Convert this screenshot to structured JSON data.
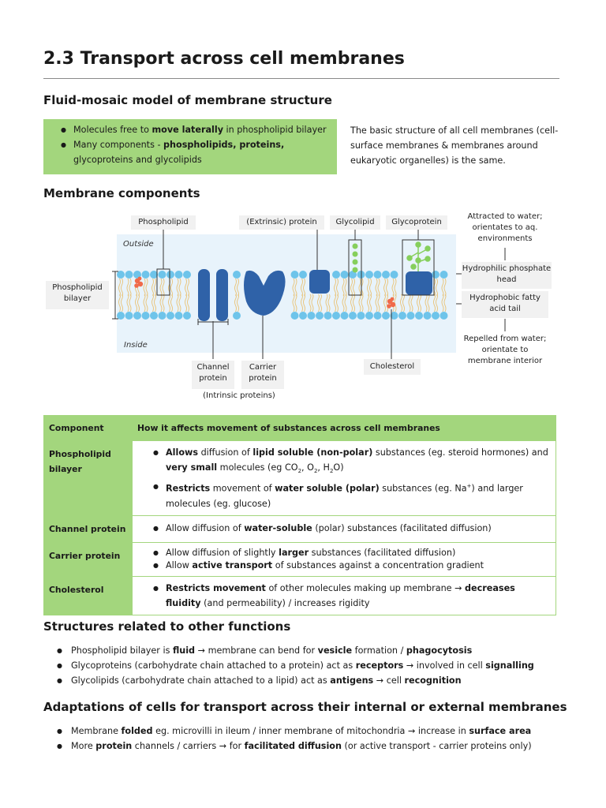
{
  "title": "2.3 Transport across cell membranes",
  "section1": {
    "heading": "Fluid-mosaic model of membrane structure",
    "bullets": [
      [
        "Molecules free to ",
        "move laterally",
        " in phospholipid bilayer"
      ],
      [
        "Many components - ",
        "phospholipids, proteins,",
        " glycoproteins and glycolipids"
      ]
    ],
    "intro": "The basic structure of all cell membranes (cell-surface membranes & membranes around eukaryotic organelles) is the same."
  },
  "section2": {
    "heading": "Membrane components",
    "outside": "Outside",
    "inside": "Inside",
    "labels": {
      "phospholipid": "Phospholipid",
      "extrinsic": "(Extrinsic) protein",
      "glycolipid": "Glycolipid",
      "glycoprotein": "Glycoprotein",
      "bilayer": "Phospholipid bilayer",
      "channel": "Channel protein",
      "carrier": "Carrier protein",
      "intrinsic": "(Intrinsic proteins)",
      "cholesterol": "Cholesterol",
      "attracted": "Attracted to water; orientates to aq. environments",
      "hydrophilic": "Hydrophilic phosphate head",
      "hydrophobic": "Hydrophobic fatty acid tail",
      "repelled": "Repelled from water; orientate to membrane interior"
    }
  },
  "table": {
    "col1": "Component",
    "col2": "How it affects movement of substances across cell membranes",
    "rows": [
      {
        "name": "Phospholipid bilayer",
        "items": [
          [
            "Allows",
            " diffusion of ",
            "lipid soluble (non-polar)",
            " substances (eg. steroid hormones) and ",
            "very small",
            " molecules (eg CO",
            "2",
            ", O",
            "2",
            ", H",
            "2",
            "O)"
          ],
          [
            "Restricts",
            " movement of ",
            "water soluble (polar)",
            " substances (eg. Na",
            "+",
            ") and larger molecules (eg. glucose)"
          ]
        ]
      },
      {
        "name": "Channel protein",
        "items": [
          [
            "Allow diffusion of ",
            "water-soluble",
            " (polar) substances (facilitated diffusion)"
          ]
        ]
      },
      {
        "name": "Carrier protein",
        "items": [
          [
            "Allow diffusion of slightly ",
            "larger",
            " substances (facilitated diffusion)"
          ],
          [
            "Allow ",
            "active transport",
            " of substances against a concentration gradient"
          ]
        ]
      },
      {
        "name": "Cholesterol",
        "items": [
          [
            "Restricts movement",
            " of other molecules making up membrane → ",
            "decreases fluidity",
            " (and permeability) / increases rigidity"
          ]
        ]
      }
    ]
  },
  "section3": {
    "heading": "Structures related to other functions",
    "bullets": [
      [
        "Phospholipid bilayer is ",
        "fluid",
        " → membrane can bend for ",
        "vesicle",
        " formation / ",
        "phagocytosis"
      ],
      [
        "Glycoproteins (carbohydrate chain attached to a protein) act as ",
        "receptors",
        " → involved in cell ",
        "signalling"
      ],
      [
        "Glycolipids (carbohydrate chain attached to a lipid) act as ",
        "antigens",
        " → cell ",
        "recognition"
      ]
    ]
  },
  "section4": {
    "heading": "Adaptations of cells for transport across their internal or external membranes",
    "bullets": [
      [
        "Membrane ",
        "folded",
        " eg. microvilli in ileum / inner membrane of mitochondria → increase in ",
        "surface area"
      ],
      [
        "More ",
        "protein",
        " channels / carriers → for ",
        "facilitated diffusion",
        " (or active transport - carrier proteins only)"
      ]
    ]
  },
  "colors": {
    "green": "#a3d67d",
    "head": "#6ec4ea",
    "protein": "#2f62a8",
    "cholesterol": "#f06a4a",
    "tail": "#e8c680"
  }
}
